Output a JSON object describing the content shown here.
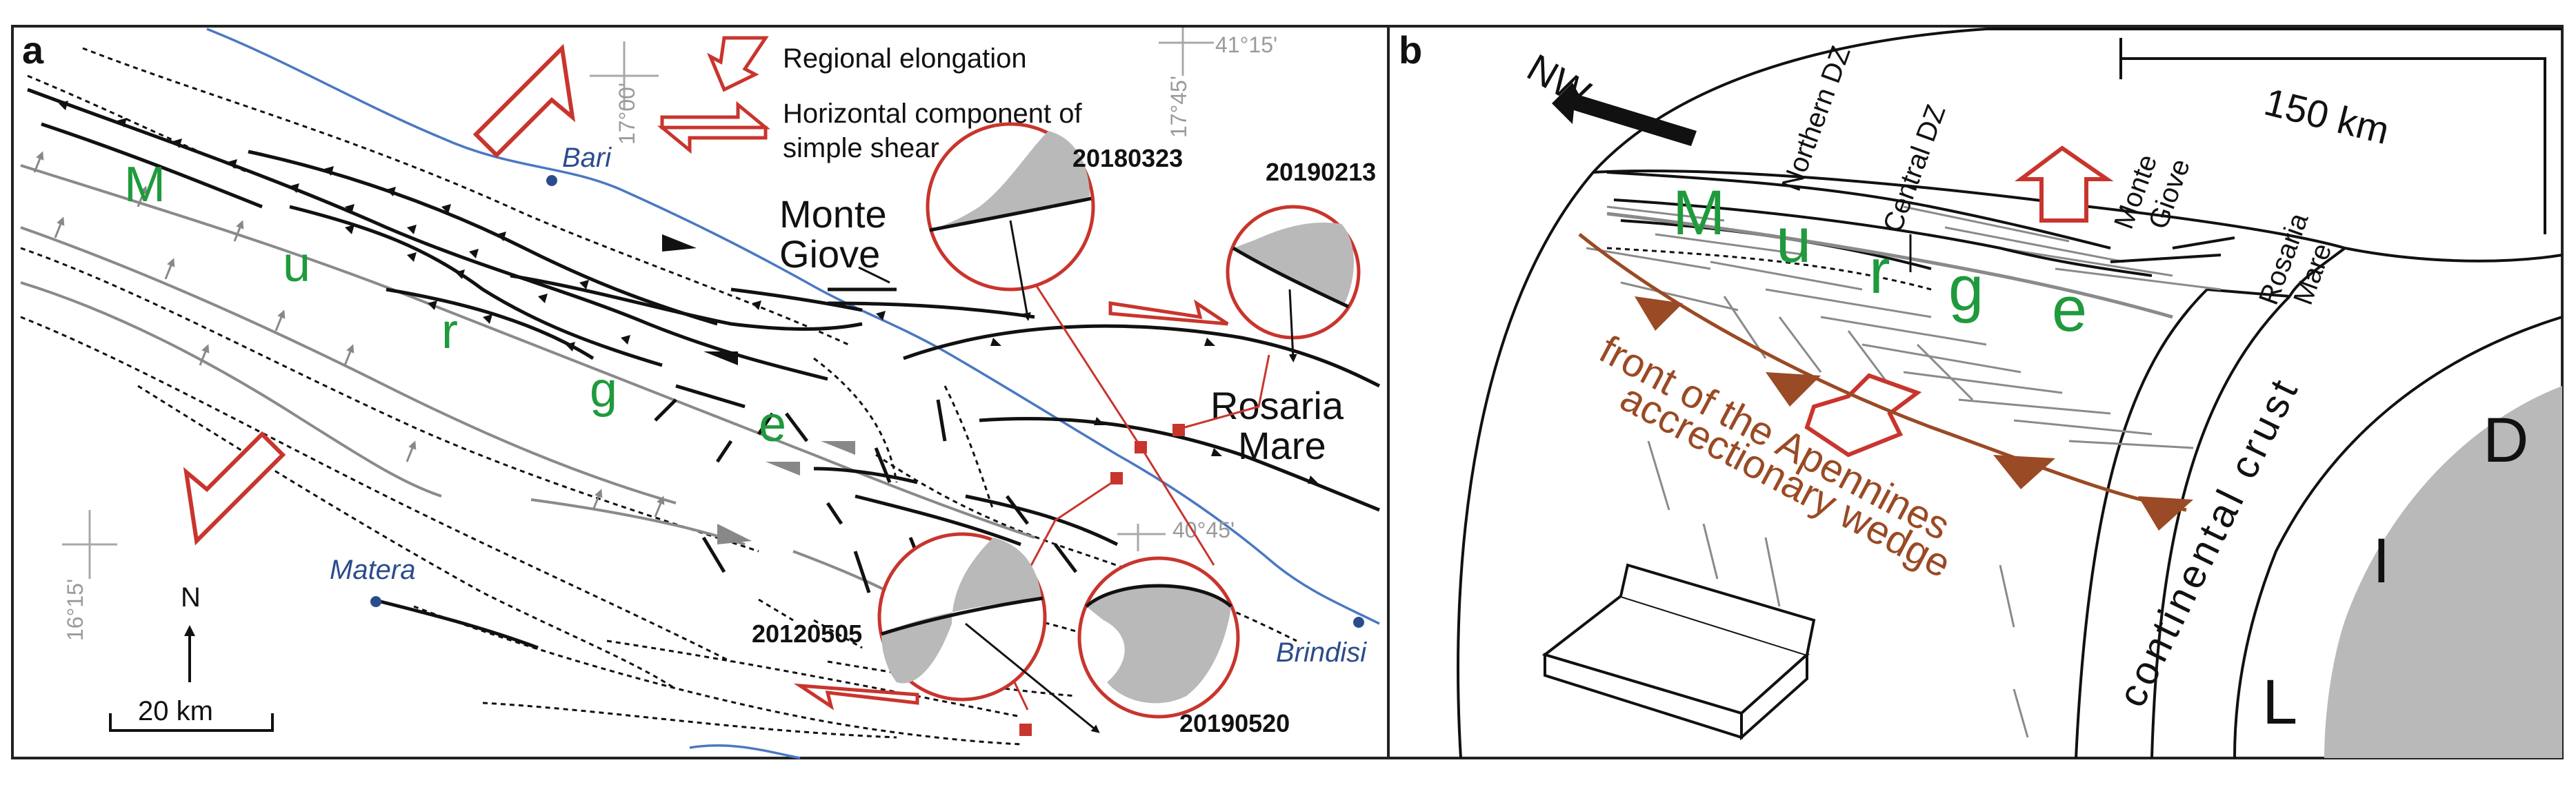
{
  "panel_a": {
    "label": "a",
    "legend": {
      "elongation": "Regional elongation",
      "shear_line1": "Horizontal component of",
      "shear_line2": "simple shear"
    },
    "coords": {
      "lon_17_00": "17°00'",
      "lat_41_15": "41°15'",
      "lon_17_45": "17°45'",
      "lat_40_45": "40°45'",
      "lon_16_15": "16°15'"
    },
    "cities": {
      "bari": "Bari",
      "matera": "Matera",
      "brindisi": "Brindisi"
    },
    "places": {
      "monte": "Monte",
      "giove": "Giove",
      "rosaria": "Rosaria",
      "mare": "Mare"
    },
    "murge_letters": [
      "M",
      "u",
      "r",
      "g",
      "e"
    ],
    "events": [
      "20180323",
      "20190213",
      "20120505",
      "20190520"
    ],
    "north": "N",
    "scale": "20 km"
  },
  "panel_b": {
    "label": "b",
    "direction": "NW",
    "scale": "150 km",
    "zones": {
      "northern": "Northern DZ",
      "central": "Central DZ"
    },
    "places": {
      "monte": "Monte",
      "giove": "Giove",
      "rosaria": "Rosaria",
      "mare": "Mare"
    },
    "murge_letters": [
      "M",
      "u",
      "r",
      "g",
      "e"
    ],
    "wedge_line1": "front of the Apennines",
    "wedge_line2": "accrectionary wedge",
    "crust": "continental crust",
    "lid_letters": [
      "L",
      "I",
      "D"
    ]
  },
  "colors": {
    "coast": "#4a78c2",
    "red_arrow": "#c8352d",
    "murge_green": "#1f9a3c",
    "wedge_brown": "#9a4a24",
    "beachball_grey": "#b9b9b9"
  }
}
